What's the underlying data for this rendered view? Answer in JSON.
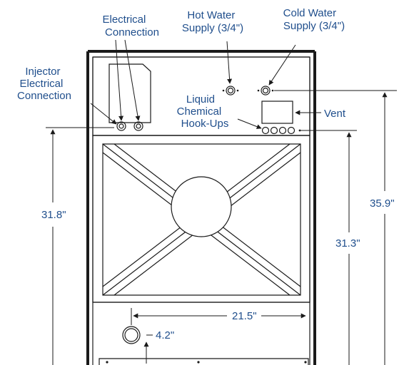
{
  "labels": {
    "electrical_connection": [
      "Electrical",
      "Connection"
    ],
    "hot_water_supply": [
      "Hot Water",
      "Supply (3/4\")"
    ],
    "cold_water_supply": [
      "Cold Water",
      "Supply (3/4\")"
    ],
    "injector_electrical_connection": [
      "Injector",
      "Electrical",
      "Connection"
    ],
    "liquid_chemical_hookups": [
      "Liquid",
      "Chemical",
      "Hook-Ups"
    ],
    "vent": "Vent"
  },
  "dimensions": {
    "left_height": "31.8\"",
    "right_inner_height": "31.3\"",
    "right_outer_height": "35.9\"",
    "drain_horizontal": "21.5\"",
    "drain_vertical": "4.2\""
  },
  "colors": {
    "label_text": "#1f4e8c",
    "outline": "#1a1a1a"
  }
}
